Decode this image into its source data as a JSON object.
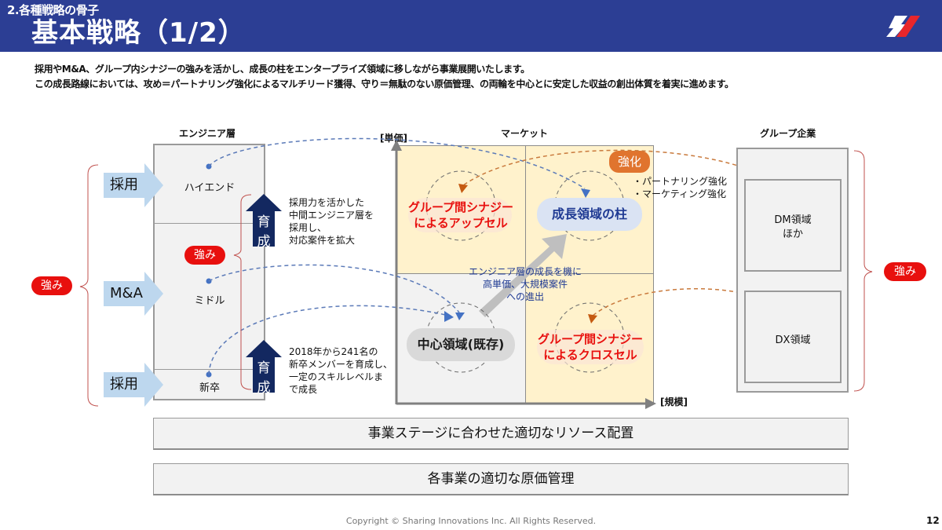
{
  "header": {
    "section": "2.各種戦略の骨子",
    "title": "基本戦略（1/2）",
    "logo": "sharing-innovations-logo",
    "colors": {
      "bg": "#2c3e94",
      "logo_white": "#ffffff",
      "logo_red": "#e8262b"
    }
  },
  "lead": {
    "line1": "採用やM&A、グループ内シナジーの強みを活かし、成長の柱をエンタープライズ領域に移しながら事業展開いたします。",
    "line2": "この成長路線においては、攻め＝パートナリング強化によるマルチリード獲得、守り＝無駄のない原価管理、の両輪を中心とに安定した収益の創出体質を着実に進めます。"
  },
  "engineer": {
    "title": "エンジニア層",
    "levels": [
      {
        "label": "ハイエンド",
        "inflow": "採用"
      },
      {
        "label": "ミドル",
        "inflow": "M&A"
      },
      {
        "label": "新卒",
        "inflow": "採用"
      }
    ],
    "strength_badge": "強み",
    "outer_strength_badge": "強み",
    "growth_arrows": [
      {
        "label_top": "育",
        "label_bottom": "成",
        "note": [
          "採用力を活かした",
          "中間エンジニア層を",
          "採用し、",
          "対応案件を拡大"
        ]
      },
      {
        "label_top": "育",
        "label_bottom": "成",
        "note": [
          "2018年から241名の",
          "新卒メンバーを育成し、",
          "一定のスキルレベルま",
          "で成長"
        ]
      }
    ]
  },
  "market": {
    "title": "マーケット",
    "y_axis": "[単価]",
    "x_axis": "[規模]",
    "quadrants": {
      "top_left": "グループ間シナジー\nによるアップセル",
      "top_left_lines": [
        "グループ間シナジー",
        "によるアップセル"
      ],
      "top_right": "成長領域の柱",
      "bottom_left": "中心領域(既存)",
      "bottom_right_lines": [
        "グループ間シナジー",
        "によるクロスセル"
      ]
    },
    "reinforce": {
      "badge": "強化",
      "items": [
        "・パートナリング強化",
        "・マーケティング強化"
      ]
    },
    "growth_path": [
      "エンジニア層の成長を機に",
      "高単価、大規模案件",
      "への進出"
    ],
    "colors": {
      "yellow": "#fff2cc",
      "gray": "#f2f2f2",
      "synergy_red": "#e8100e",
      "pillar_blue": "#1f3a93",
      "orange": "#e0742e"
    }
  },
  "group": {
    "title": "グループ企業",
    "units": [
      {
        "line1": "DM領域",
        "line2": "ほか"
      },
      {
        "line1": "DX領域",
        "line2": ""
      }
    ],
    "strength_badge": "強み"
  },
  "foundation": {
    "bar1": "事業ステージに合わせた適切なリソース配置",
    "bar2": "各事業の適切な原価管理"
  },
  "footer": {
    "copyright": "Copyright © Sharing Innovations Inc. All Rights Reserved.",
    "page": "12"
  }
}
